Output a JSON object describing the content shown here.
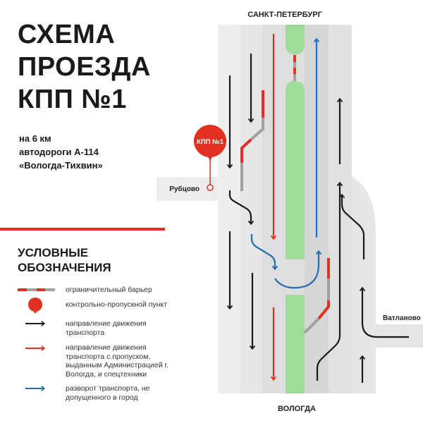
{
  "title": {
    "line1": "СХЕМА",
    "line2": "ПРОЕЗДА",
    "line3": "КПП №1"
  },
  "subtitle": {
    "line1": "на 6 км",
    "line2": "автодороги А-114",
    "line3": "«Вологда-Тихвин»"
  },
  "legend": {
    "title_line1": "УСЛОВНЫЕ",
    "title_line2": "ОБОЗНАЧЕНИЯ",
    "items": [
      {
        "icon": "barrier-icon",
        "text": "ограничительный барьер"
      },
      {
        "icon": "checkpoint-dot-icon",
        "text": "контрольно-пропускной пункт"
      },
      {
        "icon": "black-arrow-icon",
        "text": "направление движения транспорта"
      },
      {
        "icon": "red-arrow-icon",
        "text": "направление движения транспорта с пропуском, выданным Администрацией г. Вологда, и спецтехники"
      },
      {
        "icon": "blue-arrow-icon",
        "text": "разворот транспорта, не допущенного в город"
      }
    ]
  },
  "map": {
    "north_label": "САНКТ-ПЕТЕРБУРГ",
    "south_label": "ВОЛОГДА",
    "west_village": "Рубцово",
    "east_village": "Ватланово",
    "checkpoint_label": "КПП №1"
  },
  "colors": {
    "red": "#e1301f",
    "blue": "#1f6db5",
    "black": "#1a1a1a",
    "green": "#9fdc9a",
    "gray": "#a0a0a0"
  }
}
